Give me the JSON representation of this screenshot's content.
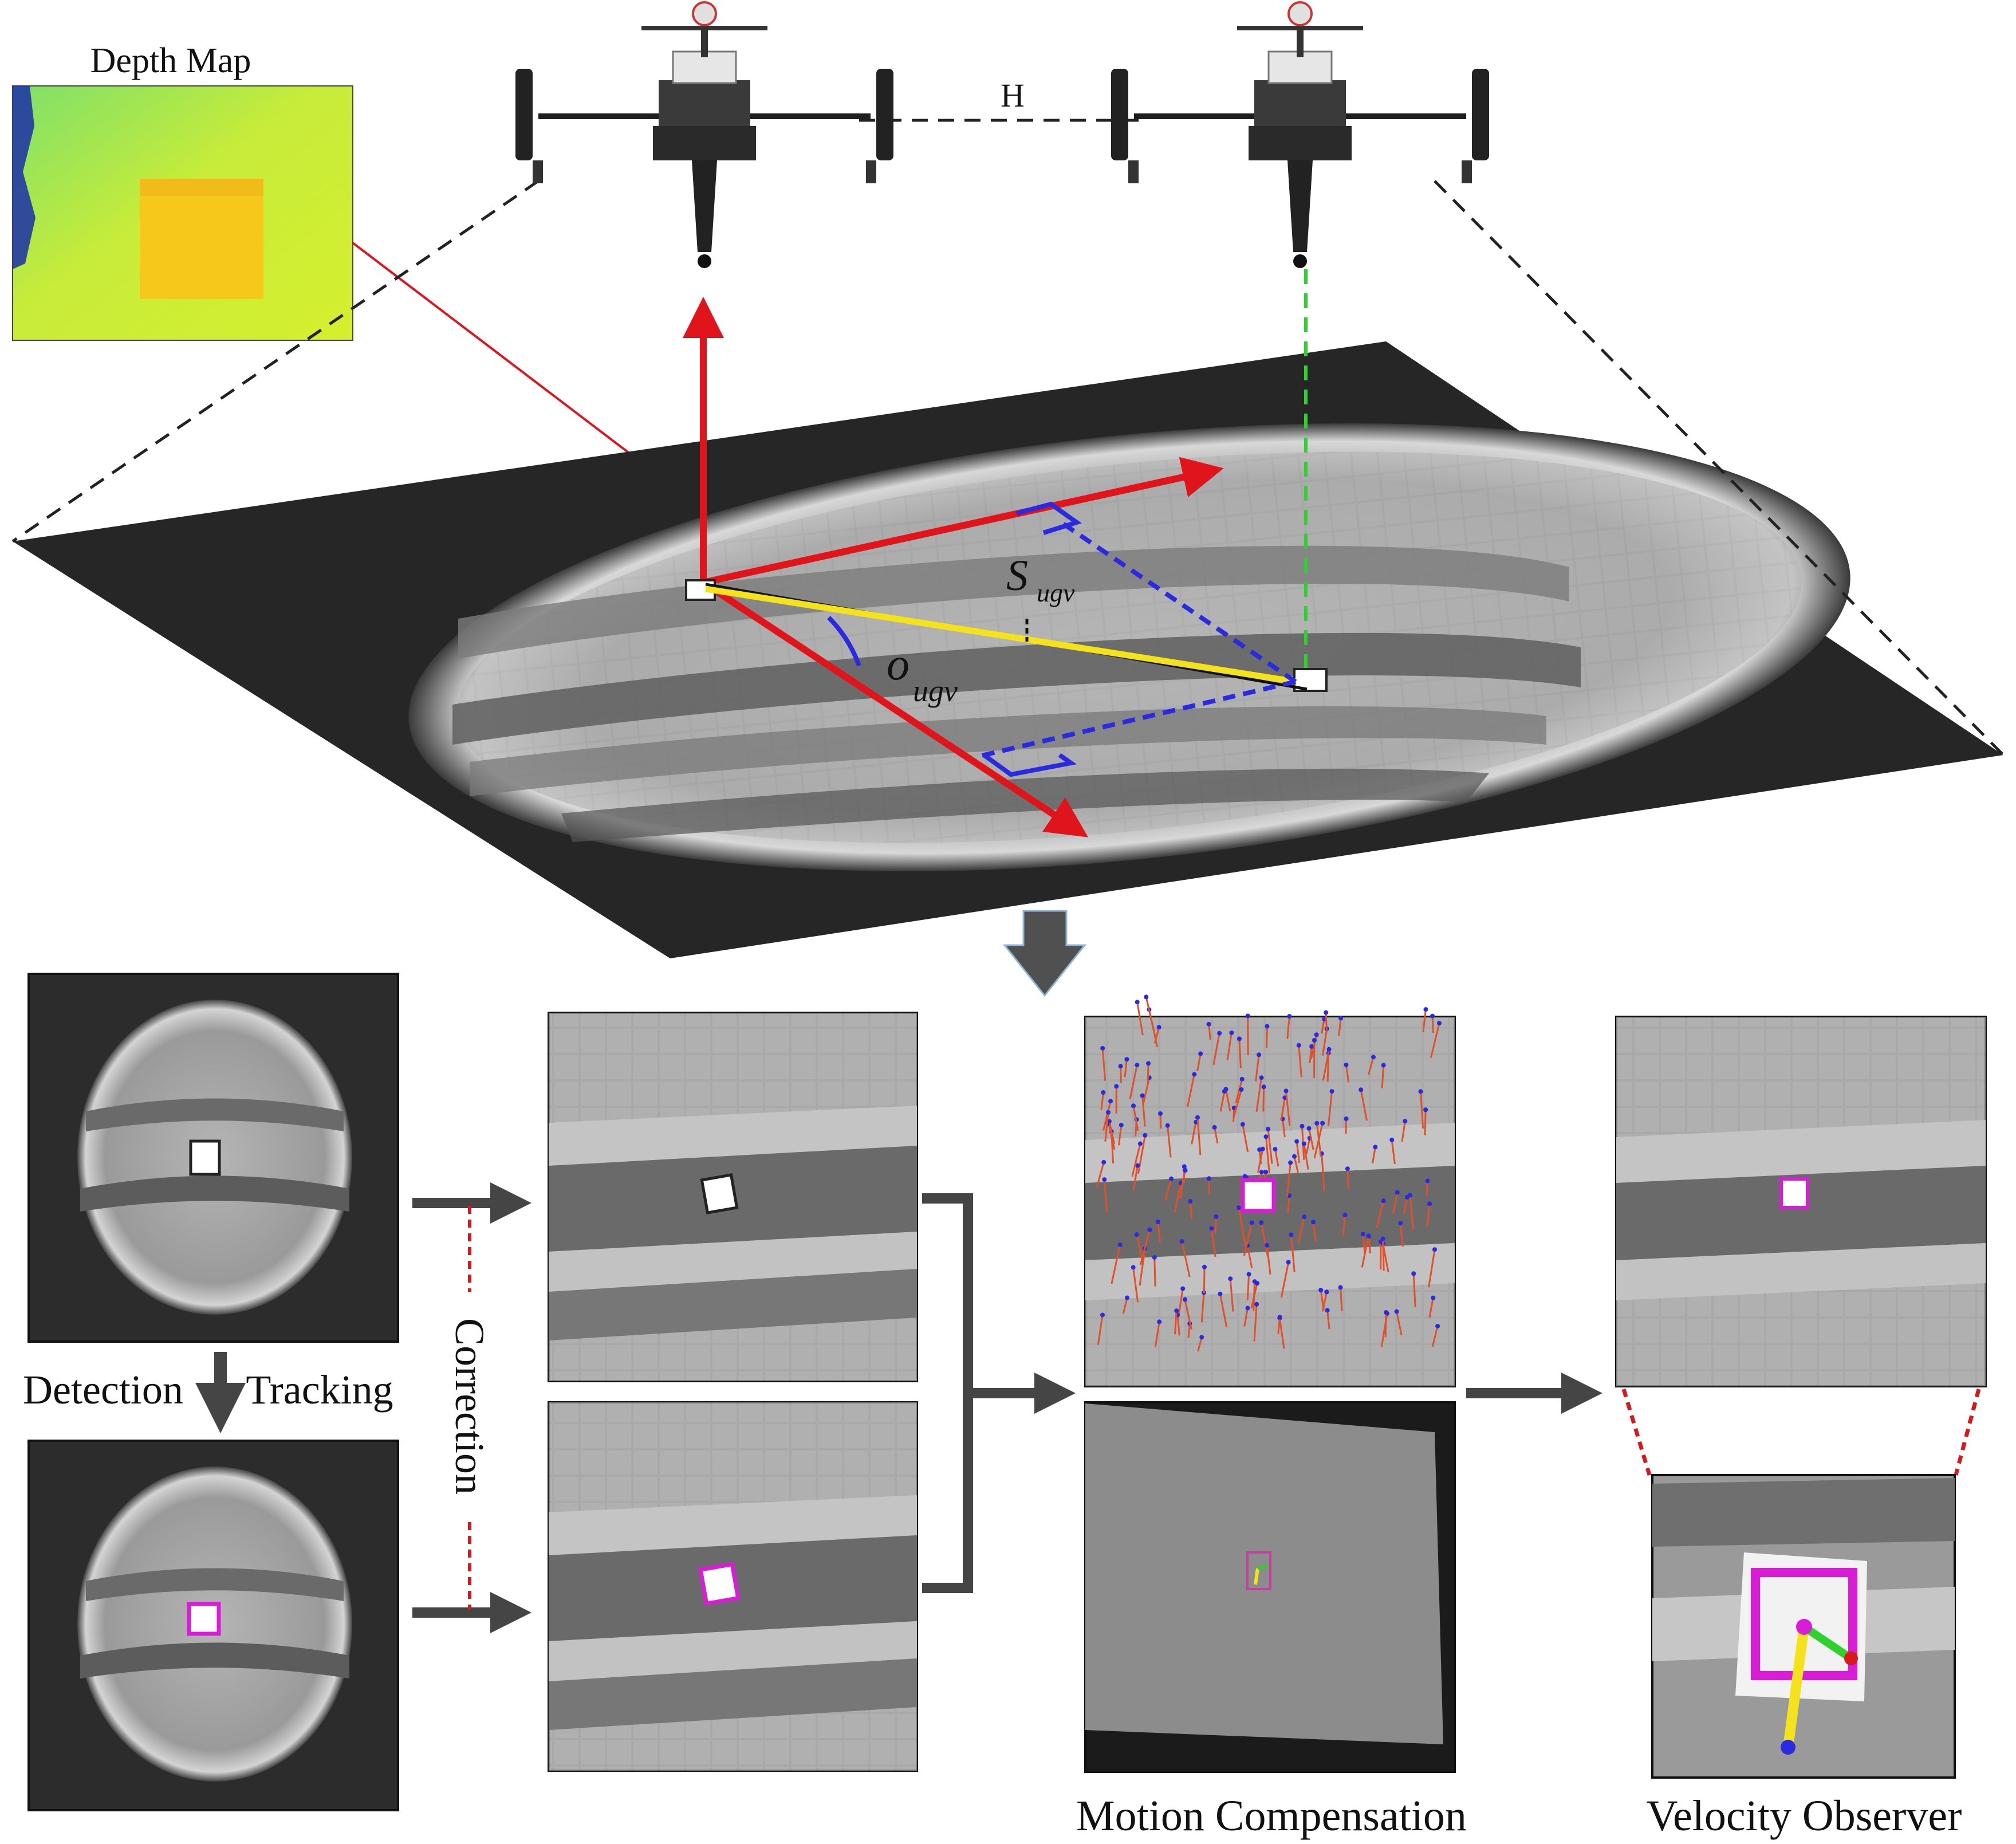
{
  "labels": {
    "depth_map": "Depth Map",
    "height": "H",
    "s_main": "S",
    "s_sub": "ugv",
    "o_main": "o",
    "o_sub": "ugv",
    "detection": "Detection",
    "tracking": "Tracking",
    "correction": "Correction",
    "motion_compensation": "Motion Compensation",
    "velocity_observer": "Velocity Observer"
  },
  "colors": {
    "axis": "#e0141b",
    "projection": "#2a2ae0",
    "baseline": "#f3e21c",
    "vertical": "#2ed12e",
    "connector_dark": "#454545",
    "correction_link": "#d7191c",
    "tag_highlight": "#d91cd6"
  },
  "icons": {
    "drone_left": "quadrotor-drone-icon",
    "drone_right": "quadrotor-drone-icon",
    "down_arrow": "block-down-arrow-icon"
  }
}
